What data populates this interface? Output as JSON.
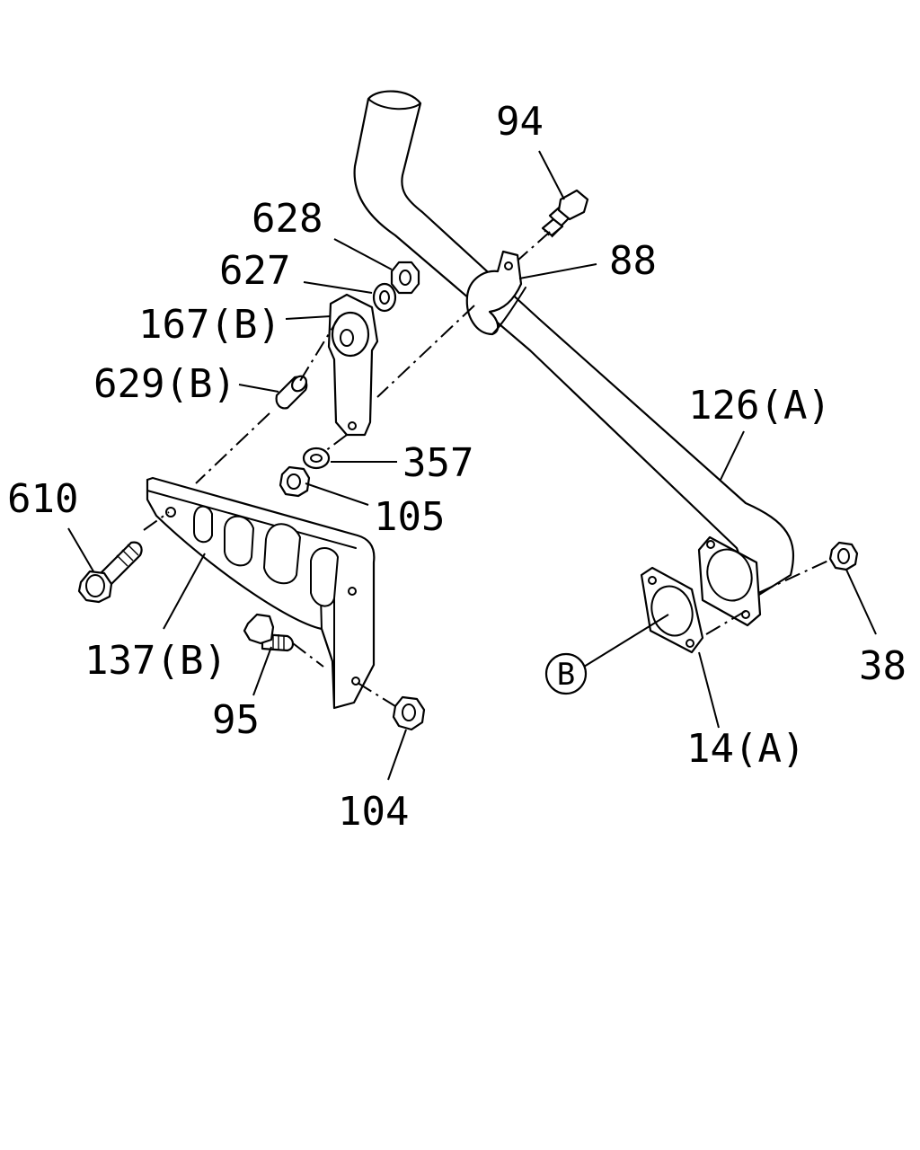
{
  "callouts": {
    "p94": "94",
    "p628": "628",
    "p88": "88",
    "p627": "627",
    "p167b": "167(B)",
    "p629b": "629(B)",
    "p126a": "126(A)",
    "p357": "357",
    "p610": "610",
    "p105": "105",
    "p137b": "137(B)",
    "p95": "95",
    "p38": "38",
    "p14a": "14(A)",
    "p104": "104"
  },
  "ref_marker": "B"
}
